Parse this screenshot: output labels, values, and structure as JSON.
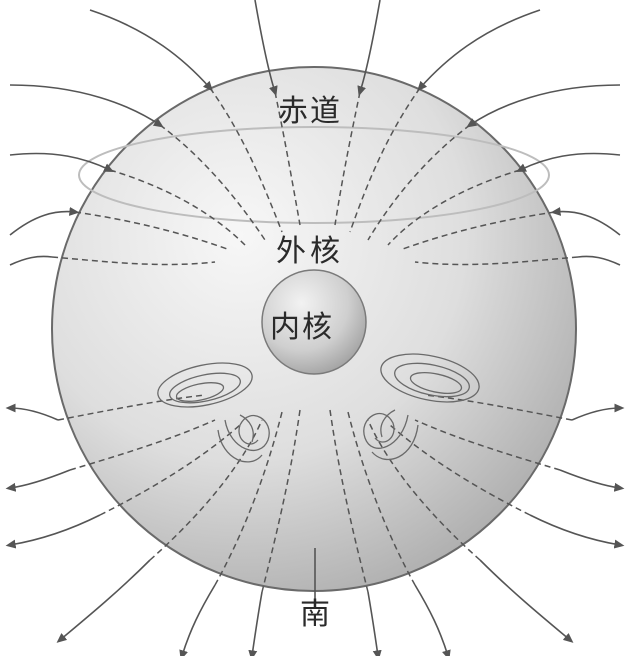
{
  "labels": {
    "equator": "赤道",
    "outer_core": "外核",
    "inner_core": "内核",
    "south": "南"
  },
  "colors": {
    "globe_light": "#f4f4f4",
    "globe_mid": "#d8d8d8",
    "globe_dark": "#a9a9a9",
    "inner_core": "#c9c9c9",
    "field_line": "#555555",
    "outline": "#6a6a6a"
  }
}
